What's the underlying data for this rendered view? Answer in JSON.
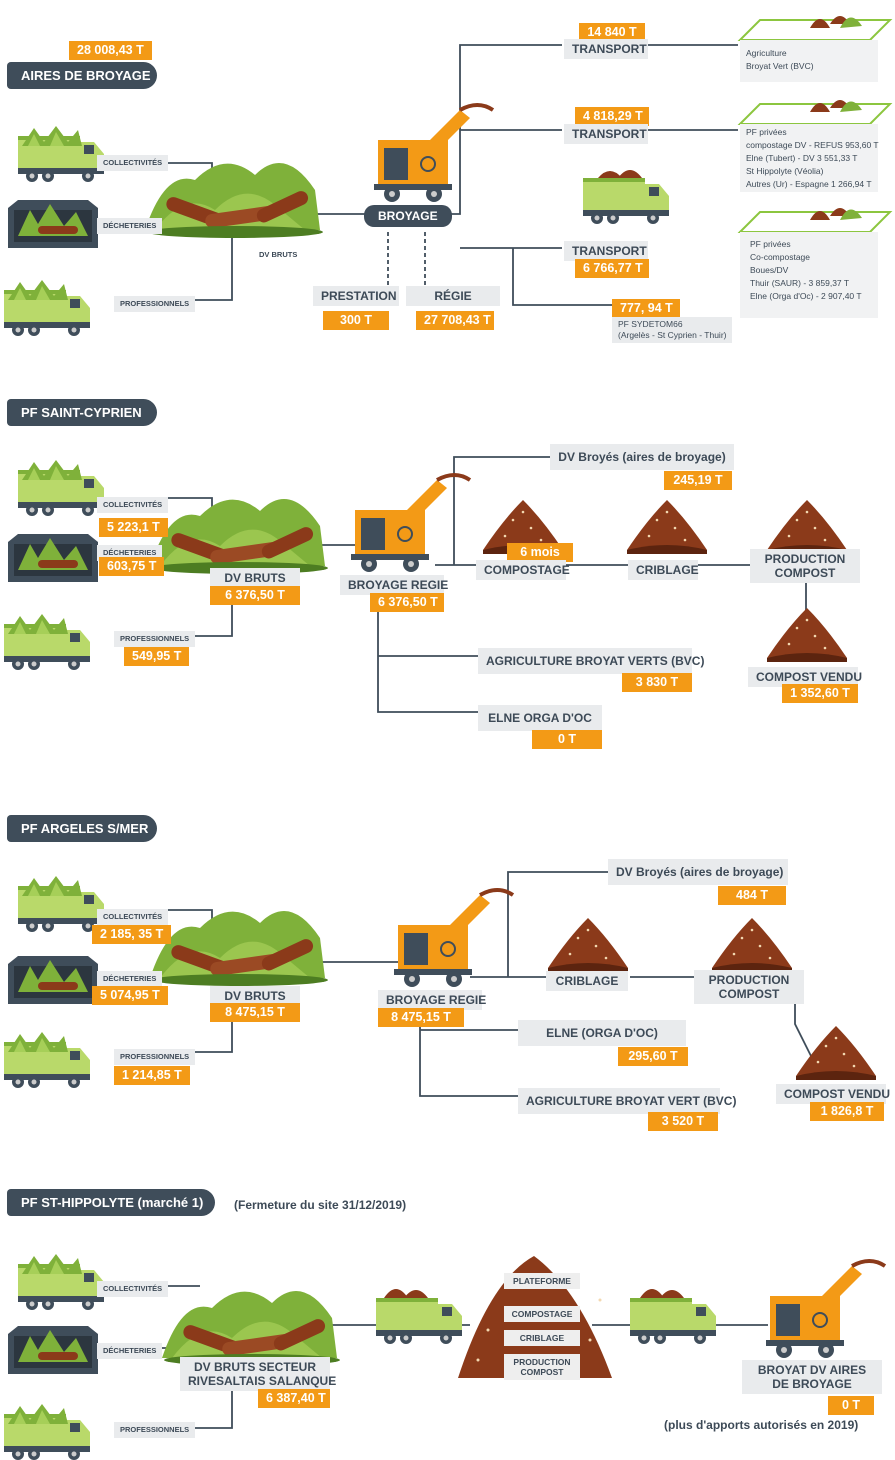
{
  "colors": {
    "orange": "#f39a16",
    "dark": "#3f4d5a",
    "grey": "#e9ebed",
    "green": "#8cc63f",
    "brown": "#8b3a1a"
  },
  "icons": [
    "truck-icon",
    "container-icon",
    "green-waste-pile-icon",
    "shredder-icon",
    "compost-pile-icon",
    "platform-icon"
  ],
  "s1": {
    "title": "AIRES DE BROYAGE",
    "total": "28 008,43 T",
    "sources": [
      "COLLECTIVITÉS",
      "DÉCHETERIES",
      "PROFESSIONNELS"
    ],
    "pile_label": "DV BRUTS",
    "broyage": "BROYAGE",
    "prestation": {
      "label": "PRESTATION",
      "value": "300 T"
    },
    "regie": {
      "label": "RÉGIE",
      "value": "27 708,43 T"
    },
    "transport1": {
      "label": "TRANSPORT",
      "value": "14 840 T"
    },
    "transport2": {
      "label": "TRANSPORT",
      "value": "4 818,29 T"
    },
    "transport3": {
      "label": "TRANSPORT",
      "value": "6 766,77 T"
    },
    "sydetom": {
      "value": "777, 94 T",
      "line1": "PF SYDETOM66",
      "line2": "(Argelès - St Cyprien - Thuir)"
    },
    "dest1": [
      "Agriculture",
      "Broyat Vert (BVC)"
    ],
    "dest2": [
      "PF privées",
      "compostage DV - REFUS 953,60 T",
      "Elne (Tubert) - DV 3 551,33 T",
      "St Hippolyte (Véolia)",
      "Autres (Ur) - Espagne 1 266,94 T"
    ],
    "dest3": [
      "PF privées",
      "Co-compostage",
      "Boues/DV",
      "Thuir (SAUR) - 3 859,37 T",
      "Elne (Orga d'Oc) - 2 907,40 T"
    ]
  },
  "s2": {
    "title": "PF SAINT-CYPRIEN",
    "sources": [
      {
        "label": "COLLECTIVITÉS",
        "value": "5 223,1 T"
      },
      {
        "label": "DÉCHETERIES",
        "value": "603,75 T"
      },
      {
        "label": "PROFESSIONNELS",
        "value": "549,95 T"
      }
    ],
    "bruts": {
      "label": "DV BRUTS",
      "value": "6 376,50 T"
    },
    "broyage": {
      "label": "BROYAGE REGIE",
      "value": "6 376,50 T"
    },
    "dv_broyes": {
      "label": "DV Broyés (aires de broyage)",
      "value": "245,19 T"
    },
    "compostage": {
      "label": "COMPOSTAGE",
      "duration": "6 mois"
    },
    "criblage": "CRIBLAGE",
    "production": [
      "PRODUCTION",
      "COMPOST"
    ],
    "vendu": {
      "label": "COMPOST VENDU",
      "value": "1 352,60 T"
    },
    "agri": {
      "label": "AGRICULTURE BROYAT VERTS (BVC)",
      "value": "3 830 T"
    },
    "elne": {
      "label": "ELNE ORGA D'OC",
      "value": "0 T"
    }
  },
  "s3": {
    "title": "PF ARGELES S/MER",
    "sources": [
      {
        "label": "COLLECTIVITÉS",
        "value": "2 185, 35 T"
      },
      {
        "label": "DÉCHETERIES",
        "value": "5 074,95 T"
      },
      {
        "label": "PROFESSIONNELS",
        "value": "1 214,85 T"
      }
    ],
    "bruts": {
      "label": "DV BRUTS",
      "value": "8 475,15 T"
    },
    "broyage": {
      "label": "BROYAGE REGIE",
      "value": "8 475,15 T"
    },
    "dv_broyes": {
      "label": "DV Broyés (aires de broyage)",
      "value": "484 T"
    },
    "criblage": "CRIBLAGE",
    "production": [
      "PRODUCTION",
      "COMPOST"
    ],
    "vendu": {
      "label": "COMPOST VENDU",
      "value": "1 826,8 T"
    },
    "elne": {
      "label": "ELNE (ORGA D'OC)",
      "value": "295,60 T"
    },
    "agri": {
      "label": "AGRICULTURE BROYAT VERT (BVC)",
      "value": "3 520 T"
    }
  },
  "s4": {
    "title": "PF ST-HIPPOLYTE (marché 1)",
    "closure": "(Fermeture du site 31/12/2019)",
    "sources": [
      "COLLECTIVITÉS",
      "DÉCHETERIES",
      "PROFESSIONNELS"
    ],
    "bruts": {
      "line1": "DV BRUTS SECTEUR",
      "line2": "RIVESALTAIS SALANQUE",
      "value": "6 387,40 T"
    },
    "platform": [
      "PLATEFORME",
      "COMPOSTAGE",
      "CRIBLAGE",
      "PRODUCTION",
      "COMPOST"
    ],
    "broyat": {
      "line1": "BROYAT DV AIRES",
      "line2": "DE BROYAGE",
      "value": "0 T"
    },
    "footnote": "(plus d'apports autorisés en 2019)"
  }
}
